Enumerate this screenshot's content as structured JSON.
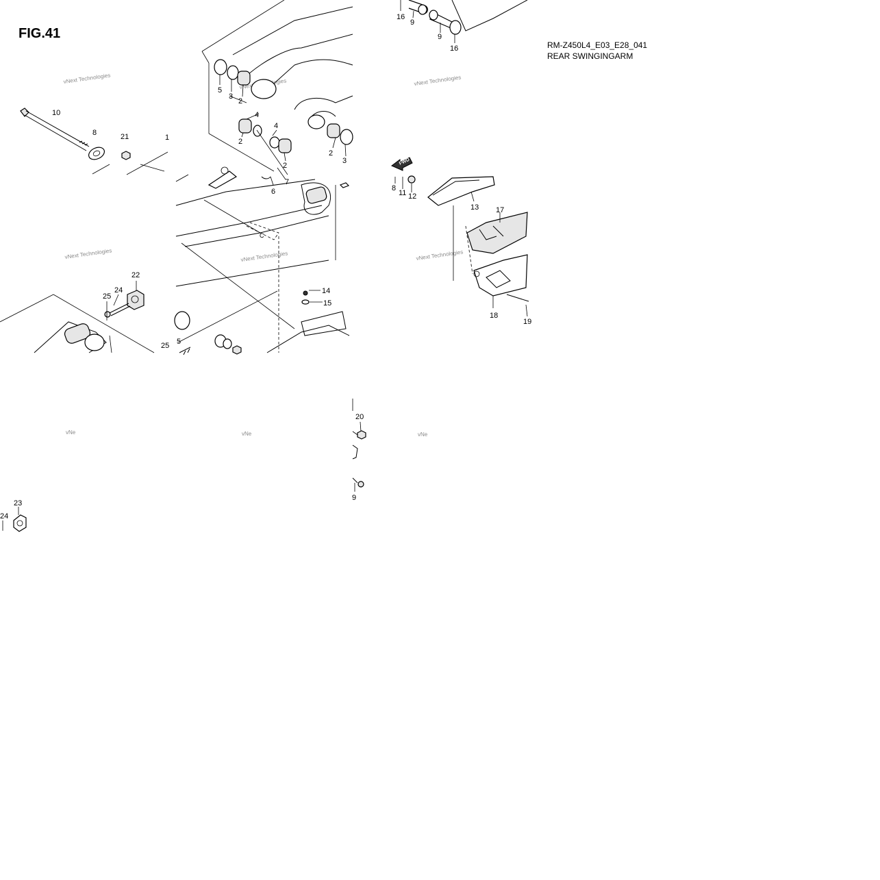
{
  "figure": {
    "title": "FIG.41",
    "code": "RM-Z450L4_E03_E28_041",
    "subtitle": "REAR SWINGINGARM"
  },
  "fwd_label": "FWD",
  "watermark": "vNext Technologies",
  "watermark_partial": "vNe",
  "callouts": [
    {
      "id": "c1",
      "text": "16"
    },
    {
      "id": "c2",
      "text": "9"
    },
    {
      "id": "c3",
      "text": "9"
    },
    {
      "id": "c4",
      "text": "16"
    },
    {
      "id": "c5",
      "text": "5"
    },
    {
      "id": "c6",
      "text": "3"
    },
    {
      "id": "c7",
      "text": "2"
    },
    {
      "id": "c8",
      "text": "10"
    },
    {
      "id": "c9",
      "text": "8"
    },
    {
      "id": "c10",
      "text": "21"
    },
    {
      "id": "c11",
      "text": "1"
    },
    {
      "id": "c12",
      "text": "4"
    },
    {
      "id": "c13",
      "text": "2"
    },
    {
      "id": "c14",
      "text": "4"
    },
    {
      "id": "c15",
      "text": "2"
    },
    {
      "id": "c16",
      "text": "7"
    },
    {
      "id": "c17",
      "text": "6"
    },
    {
      "id": "c18",
      "text": "2"
    },
    {
      "id": "c19",
      "text": "3"
    },
    {
      "id": "c20",
      "text": "8"
    },
    {
      "id": "c21",
      "text": "11"
    },
    {
      "id": "c22",
      "text": "12"
    },
    {
      "id": "c23",
      "text": "13"
    },
    {
      "id": "c24",
      "text": "17"
    },
    {
      "id": "c25",
      "text": "22"
    },
    {
      "id": "c26",
      "text": "24"
    },
    {
      "id": "c27",
      "text": "25"
    },
    {
      "id": "c28",
      "text": "14"
    },
    {
      "id": "c29",
      "text": "15"
    },
    {
      "id": "c30",
      "text": "18"
    },
    {
      "id": "c31",
      "text": "19"
    },
    {
      "id": "c32",
      "text": "25"
    },
    {
      "id": "c33",
      "text": "5"
    },
    {
      "id": "c34",
      "text": "20"
    },
    {
      "id": "c35",
      "text": "9"
    },
    {
      "id": "c36",
      "text": "23"
    },
    {
      "id": "c37",
      "text": "24"
    },
    {
      "id": "c38",
      "text": "C"
    }
  ],
  "colors": {
    "line": "#000000",
    "watermark": "#8a8a8a",
    "background": "#ffffff"
  }
}
